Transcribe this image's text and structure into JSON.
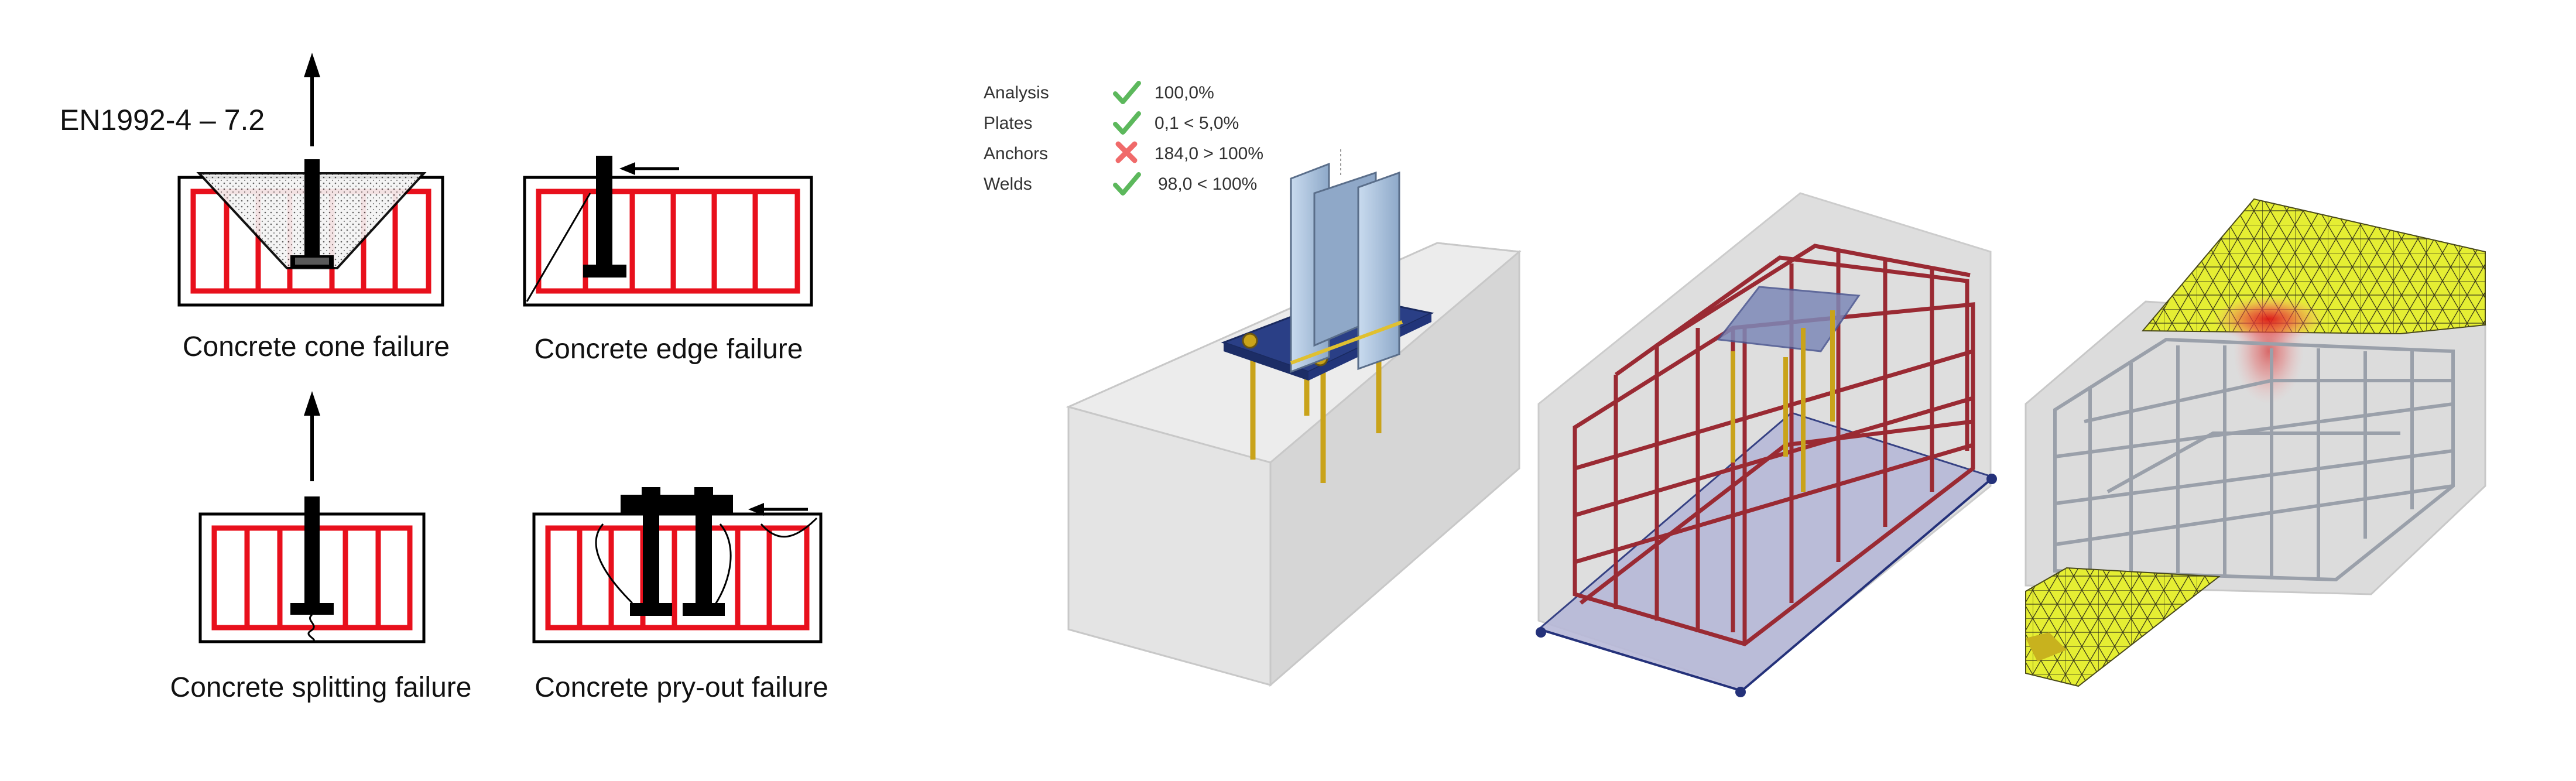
{
  "standard_label": "EN1992-4 – 7.2",
  "failure_modes": [
    {
      "label": "Concrete cone failure"
    },
    {
      "label": "Concrete edge failure"
    },
    {
      "label": "Concrete splitting failure"
    },
    {
      "label": "Concrete pry-out failure"
    }
  ],
  "results": [
    {
      "name": "Analysis",
      "status": "pass",
      "value": "100,0%"
    },
    {
      "name": "Plates",
      "status": "pass",
      "value": "0,1 < 5,0%"
    },
    {
      "name": "Anchors",
      "status": "fail",
      "value": "184,0 > 100%"
    },
    {
      "name": "Welds",
      "status": "pass",
      "value": "98,0 < 100%"
    }
  ],
  "colors": {
    "rebar_red": "#e8101c",
    "pass_green": "#5cb85c",
    "fail_red": "#f06a6a",
    "steel_blue": "#a9c2e0",
    "plate_navy": "#2a3f86",
    "anchor_gold": "#c9a31a",
    "rebar_dark_red": "#9a2a33",
    "mesh_yellow": "#e5ee33"
  }
}
